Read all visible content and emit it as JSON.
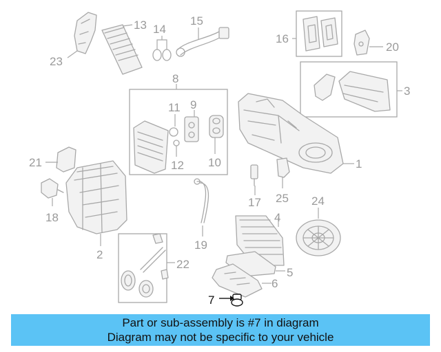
{
  "labels": {
    "l1": "1",
    "l2": "2",
    "l3": "3",
    "l4": "4",
    "l5": "5",
    "l6": "6",
    "l7": "7",
    "l8": "8",
    "l9": "9",
    "l10": "10",
    "l11": "11",
    "l12": "12",
    "l13": "13",
    "l14": "14",
    "l15": "15",
    "l16": "16",
    "l17": "17",
    "l18": "18",
    "l19": "19",
    "l20": "20",
    "l21": "21",
    "l22": "22",
    "l23": "23",
    "l24": "24",
    "l25": "25"
  },
  "highlight_part": "7",
  "colors": {
    "banner": "#5bc3f5",
    "line_art": "#a8a8a8",
    "highlight": "#111111"
  },
  "banner": {
    "line1": "Part or sub-assembly is #7 in diagram",
    "line2": "Diagram may not be specific to your vehicle"
  }
}
